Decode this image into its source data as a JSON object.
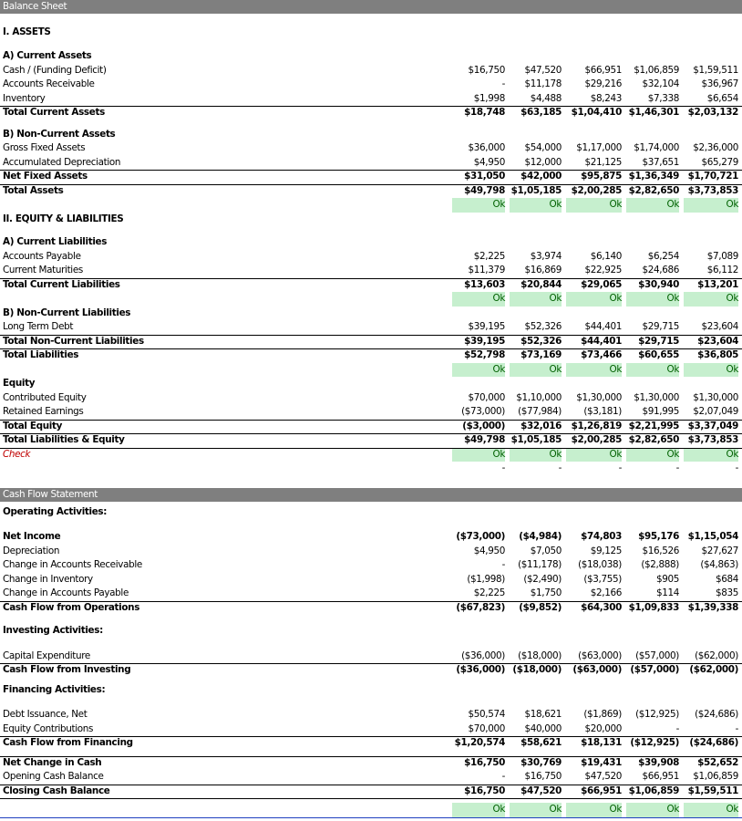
{
  "balance_sheet": {
    "title": "Balance Sheet",
    "assets_heading": "I. ASSETS",
    "current_assets": {
      "heading": "A) Current Assets",
      "rows": [
        {
          "label": "Cash / (Funding Deficit)",
          "v": [
            "$16,750",
            "$47,520",
            "$66,951",
            "$1,06,859",
            "$1,59,511"
          ]
        },
        {
          "label": "Accounts Receivable",
          "v": [
            "-",
            "$11,178",
            "$29,216",
            "$32,104",
            "$36,967"
          ]
        },
        {
          "label": "Inventory",
          "v": [
            "$1,998",
            "$4,488",
            "$8,243",
            "$7,338",
            "$6,654"
          ]
        }
      ],
      "total": {
        "label": "Total Current Assets",
        "v": [
          "$18,748",
          "$63,185",
          "$1,04,410",
          "$1,46,301",
          "$2,03,132"
        ]
      }
    },
    "non_current_assets": {
      "heading": "B) Non-Current Assets",
      "rows": [
        {
          "label": "Gross Fixed Assets",
          "v": [
            "$36,000",
            "$54,000",
            "$1,17,000",
            "$1,74,000",
            "$2,36,000"
          ]
        },
        {
          "label": "Accumulated Depreciation",
          "v": [
            "$4,950",
            "$12,000",
            "$21,125",
            "$37,651",
            "$65,279"
          ]
        }
      ],
      "total": {
        "label": "Net Fixed Assets",
        "v": [
          "$31,050",
          "$42,000",
          "$95,875",
          "$1,36,349",
          "$1,70,721"
        ]
      }
    },
    "total_assets": {
      "label": "Total Assets",
      "v": [
        "$49,798",
        "$1,05,185",
        "$2,00,285",
        "$2,82,650",
        "$3,73,853"
      ]
    },
    "ok": [
      "Ok",
      "Ok",
      "Ok",
      "Ok",
      "Ok"
    ],
    "equity_liab_heading": "II. EQUITY & LIABILITIES",
    "current_liabilities": {
      "heading": "A) Current Liabilities",
      "rows": [
        {
          "label": "Accounts Payable",
          "v": [
            "$2,225",
            "$3,974",
            "$6,140",
            "$6,254",
            "$7,089"
          ]
        },
        {
          "label": "Current Maturities",
          "v": [
            "$11,379",
            "$16,869",
            "$22,925",
            "$24,686",
            "$6,112"
          ]
        }
      ],
      "total": {
        "label": "Total Current Liabilities",
        "v": [
          "$13,603",
          "$20,844",
          "$29,065",
          "$30,940",
          "$13,201"
        ]
      }
    },
    "non_current_liabilities": {
      "heading": "B) Non-Current Liabilities",
      "rows": [
        {
          "label": "Long Term Debt",
          "v": [
            "$39,195",
            "$52,326",
            "$44,401",
            "$29,715",
            "$23,604"
          ]
        }
      ],
      "total": {
        "label": "Total Non-Current Liabilities",
        "v": [
          "$39,195",
          "$52,326",
          "$44,401",
          "$29,715",
          "$23,604"
        ]
      }
    },
    "total_liabilities": {
      "label": "Total Liabilities",
      "v": [
        "$52,798",
        "$73,169",
        "$73,466",
        "$60,655",
        "$36,805"
      ]
    },
    "equity": {
      "heading": "Equity",
      "rows": [
        {
          "label": "Contributed Equity",
          "v": [
            "$70,000",
            "$1,10,000",
            "$1,30,000",
            "$1,30,000",
            "$1,30,000"
          ]
        },
        {
          "label": "Retained Earnings",
          "v": [
            "($73,000)",
            "($77,984)",
            "($3,181)",
            "$91,995",
            "$2,07,049"
          ]
        }
      ],
      "total": {
        "label": "Total Equity",
        "v": [
          "($3,000)",
          "$32,016",
          "$1,26,819",
          "$2,21,995",
          "$3,37,049"
        ]
      }
    },
    "total_liab_equity": {
      "label": "Total Liabilities & Equity",
      "v": [
        "$49,798",
        "$1,05,185",
        "$2,00,285",
        "$2,82,650",
        "$3,73,853"
      ]
    },
    "check": {
      "label": "Check",
      "v": [
        "Ok",
        "Ok",
        "Ok",
        "Ok",
        "Ok"
      ]
    },
    "dashes": [
      "-",
      "-",
      "-",
      "-",
      "-"
    ]
  },
  "cash_flow": {
    "title": "Cash Flow Statement",
    "operating": {
      "heading": "Operating Activities:",
      "net_income": {
        "label": "Net Income",
        "v": [
          "($73,000)",
          "($4,984)",
          "$74,803",
          "$95,176",
          "$1,15,054"
        ]
      },
      "rows": [
        {
          "label": "Depreciation",
          "v": [
            "$4,950",
            "$7,050",
            "$9,125",
            "$16,526",
            "$27,627"
          ]
        },
        {
          "label": "Change in Accounts Receivable",
          "v": [
            "-",
            "($11,178)",
            "($18,038)",
            "($2,888)",
            "($4,863)"
          ]
        },
        {
          "label": "Change in Inventory",
          "v": [
            "($1,998)",
            "($2,490)",
            "($3,755)",
            "$905",
            "$684"
          ]
        },
        {
          "label": "Change in Accounts Payable",
          "v": [
            "$2,225",
            "$1,750",
            "$2,166",
            "$114",
            "$835"
          ]
        }
      ],
      "total": {
        "label": "Cash Flow from Operations",
        "v": [
          "($67,823)",
          "($9,852)",
          "$64,300",
          "$1,09,833",
          "$1,39,338"
        ]
      }
    },
    "investing": {
      "heading": "Investing Activities:",
      "rows": [
        {
          "label": "Capital Expenditure",
          "v": [
            "($36,000)",
            "($18,000)",
            "($63,000)",
            "($57,000)",
            "($62,000)"
          ]
        }
      ],
      "total": {
        "label": "Cash Flow from Investing",
        "v": [
          "($36,000)",
          "($18,000)",
          "($63,000)",
          "($57,000)",
          "($62,000)"
        ]
      }
    },
    "financing": {
      "heading": "Financing Activities:",
      "rows": [
        {
          "label": "Debt Issuance, Net",
          "v": [
            "$50,574",
            "$18,621",
            "($1,869)",
            "($12,925)",
            "($24,686)"
          ]
        },
        {
          "label": "Equity Contributions",
          "v": [
            "$70,000",
            "$40,000",
            "$20,000",
            "-",
            "-"
          ]
        }
      ],
      "total": {
        "label": "Cash Flow from Financing",
        "v": [
          "$1,20,574",
          "$58,621",
          "$18,131",
          "($12,925)",
          "($24,686)"
        ]
      }
    },
    "net_change": {
      "label": "Net Change in Cash",
      "v": [
        "$16,750",
        "$30,769",
        "$19,431",
        "$39,908",
        "$52,652"
      ]
    },
    "opening": {
      "label": "Opening Cash Balance",
      "v": [
        "-",
        "$16,750",
        "$47,520",
        "$66,951",
        "$1,06,859"
      ]
    },
    "closing": {
      "label": "Closing Cash Balance",
      "v": [
        "$16,750",
        "$47,520",
        "$66,951",
        "$1,06,859",
        "$1,59,511"
      ]
    },
    "ok": [
      "Ok",
      "Ok",
      "Ok",
      "Ok",
      "Ok"
    ]
  },
  "colors": {
    "band": "#7f7f7f",
    "ok_fill": "#c6efce",
    "ok_text": "#006100",
    "check_text": "#c00000"
  }
}
